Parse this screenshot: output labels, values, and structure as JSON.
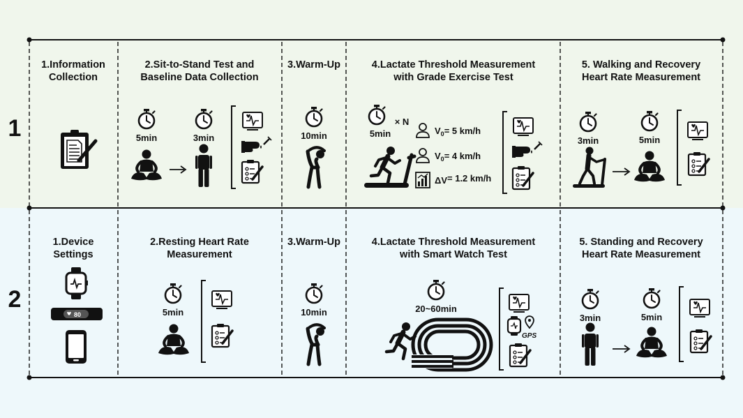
{
  "rows": [
    {
      "label": "1",
      "steps": [
        {
          "title": [
            "1.Information",
            "Collection"
          ]
        },
        {
          "title": [
            "2.Sit-to-Stand Test and",
            "Baseline Data Collection"
          ],
          "durations": [
            "5min",
            "3min"
          ]
        },
        {
          "title": [
            "3.Warm-Up"
          ],
          "durations": [
            "10min"
          ]
        },
        {
          "title": [
            "4.Lactate Threshold Measurement",
            "with Grade Exercise Test"
          ],
          "durations": [
            "5min"
          ],
          "repeat": "× N",
          "speeds": [
            {
              "label": "V",
              "sub": "0",
              "value": "= 5 km/h"
            },
            {
              "label": "V",
              "sub": "0",
              "value": "= 4 km/h"
            },
            {
              "label": "ΔV",
              "sub": "",
              "value": "= 1.2 km/h"
            }
          ]
        },
        {
          "title": [
            "5. Walking and Recovery",
            "Heart Rate Measurement"
          ],
          "durations": [
            "3min",
            "5min"
          ]
        }
      ]
    },
    {
      "label": "2",
      "steps": [
        {
          "title": [
            "1.Device",
            "Settings"
          ],
          "band_value": "80"
        },
        {
          "title": [
            "2.Resting Heart Rate",
            "Measurement"
          ],
          "durations": [
            "5min"
          ]
        },
        {
          "title": [
            "3.Warm-Up"
          ],
          "durations": [
            "10min"
          ]
        },
        {
          "title": [
            "4.Lactate Threshold Measurement",
            "with Smart Watch Test"
          ],
          "durations": [
            "20~60min"
          ],
          "gps": "GPS"
        },
        {
          "title": [
            "5. Standing and Recovery",
            "Heart Rate Measurement"
          ],
          "durations": [
            "3min",
            "5min"
          ]
        }
      ]
    }
  ]
}
